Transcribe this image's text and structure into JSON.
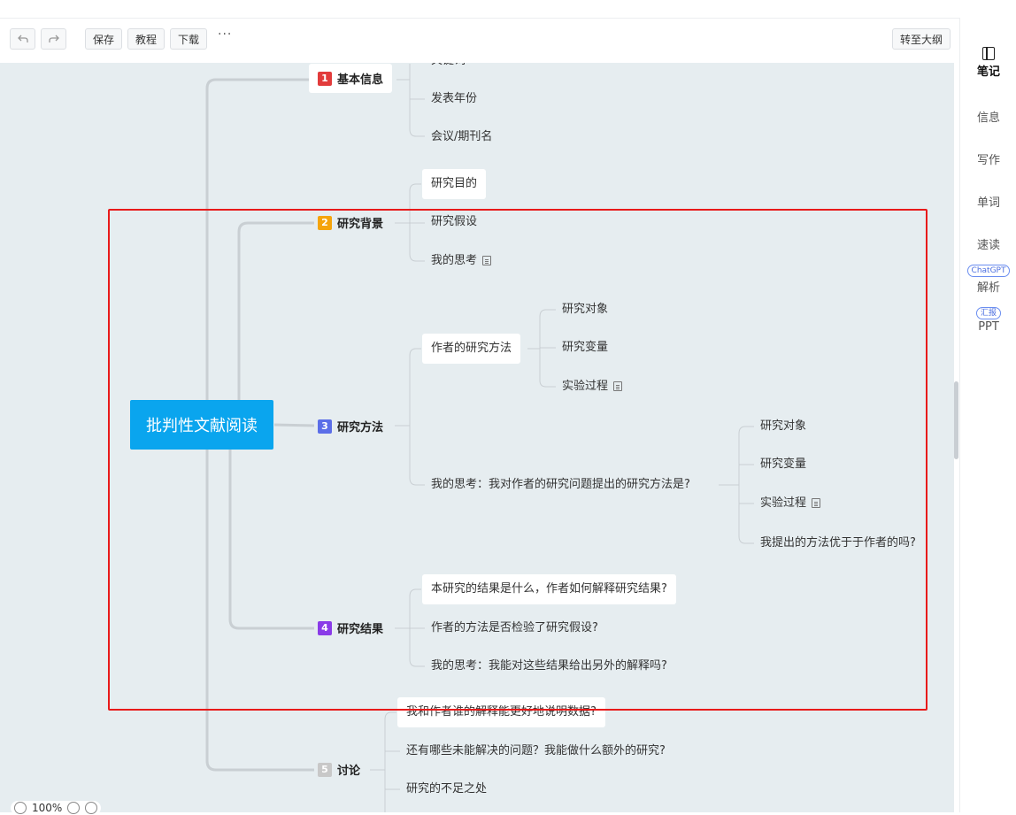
{
  "toolbar": {
    "undo_icon": "undo-icon",
    "redo_icon": "redo-icon",
    "save_label": "保存",
    "tutorial_label": "教程",
    "download_label": "下载",
    "more_label": "···",
    "outline_label": "转至大纲"
  },
  "sidebar": {
    "items": [
      {
        "label": "笔记",
        "active": true
      },
      {
        "label": "信息"
      },
      {
        "label": "写作"
      },
      {
        "label": "单词"
      },
      {
        "label": "速读"
      },
      {
        "tag": "ChatGPT",
        "label": "解析"
      },
      {
        "tag": "汇报",
        "label": "PPT"
      }
    ]
  },
  "mindmap": {
    "root": "批判性文献阅读",
    "branches": [
      {
        "num": "1",
        "title": "基本信息",
        "color": "#e23b3b",
        "children": [
          "关键词",
          "发表年份",
          "会议/期刊名"
        ]
      },
      {
        "num": "2",
        "title": "研究背景",
        "color": "#f5a40c",
        "children": [
          "研究目的",
          "研究假设",
          "我的思考"
        ]
      },
      {
        "num": "3",
        "title": "研究方法",
        "color": "#5b6ee8",
        "children": [
          {
            "label": "作者的研究方法",
            "children": [
              "研究对象",
              "研究变量",
              "实验过程"
            ]
          },
          {
            "label": "我的思考：我对作者的研究问题提出的研究方法是?",
            "children": [
              "研究对象",
              "研究变量",
              "实验过程",
              "我提出的方法优于于作者的吗?"
            ]
          }
        ]
      },
      {
        "num": "4",
        "title": "研究结果",
        "color": "#8a3be8",
        "children": [
          "本研究的结果是什么，作者如何解释研究结果?",
          "作者的方法是否检验了研究假设?",
          "我的思考：我能对这些结果给出另外的解释吗?"
        ]
      },
      {
        "num": "5",
        "title": "讨论",
        "color": "#c8c8c8",
        "children": [
          "我和作者谁的解释能更好地说明数据?",
          "还有哪些未能解决的问题？我能做什么额外的研究?",
          "研究的不足之处"
        ]
      }
    ]
  },
  "zoom": {
    "level": "100%"
  }
}
